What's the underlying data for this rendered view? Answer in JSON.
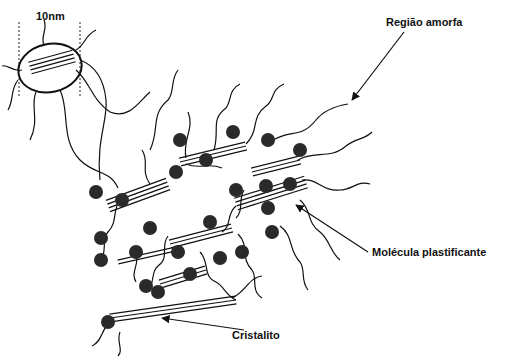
{
  "diagram": {
    "labels": [
      "10nm",
      "Região amorfa",
      "Molécula plastificante",
      "Cristalito"
    ]
  }
}
